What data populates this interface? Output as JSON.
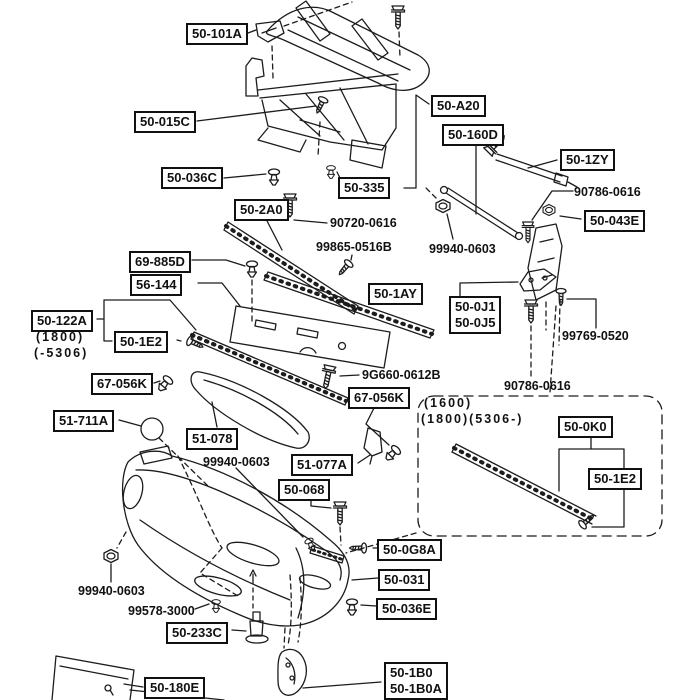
{
  "diagram": {
    "kind": "exploded-parts-diagram",
    "subject": "Front bumper and components",
    "colors": {
      "background": "#ffffff",
      "line": "#1c1c1c",
      "label_border": "#111111"
    },
    "parts": [
      {
        "label": "50-101A"
      },
      {
        "label": "50-015C"
      },
      {
        "label": "50-036C"
      },
      {
        "label": "50-A20"
      },
      {
        "label": "50-160D"
      },
      {
        "label": "50-335"
      },
      {
        "label": "50-1ZY"
      },
      {
        "label": "50-043E"
      },
      {
        "label": "50-2A0"
      },
      {
        "label": "50-1AY"
      },
      {
        "lines": [
          "50-0J1",
          "50-0J5"
        ]
      },
      {
        "label": "69-885D"
      },
      {
        "label": "56-144"
      },
      {
        "label": "50-122A"
      },
      {
        "label": "50-1E2"
      },
      {
        "label": "67-056K"
      },
      {
        "label": "51-711A"
      },
      {
        "label": "51-078"
      },
      {
        "label": "67-056K"
      },
      {
        "label": "51-077A"
      },
      {
        "label": "50-068"
      },
      {
        "label": "50-0K0"
      },
      {
        "label": "50-1E2"
      },
      {
        "label": "50-0G8A"
      },
      {
        "label": "50-031"
      },
      {
        "label": "50-036E"
      },
      {
        "label": "50-233C"
      },
      {
        "label": "50-180E"
      },
      {
        "lines": [
          "50-1B0",
          "50-1B0A"
        ]
      }
    ],
    "callouts": [
      {
        "text": "90720-0616"
      },
      {
        "text": "99865-0516B"
      },
      {
        "text": "99940-0603"
      },
      {
        "text": "90786-0616"
      },
      {
        "text": "99769-0520"
      },
      {
        "text": "90786-0616"
      },
      {
        "text": "9G660-0612B"
      },
      {
        "text": "(1600)"
      },
      {
        "text": "(1800)(5306-)"
      },
      {
        "text": "(1800)"
      },
      {
        "text": "(-5306)"
      },
      {
        "text": "99940-0603"
      },
      {
        "text": "99940-0603"
      },
      {
        "text": "99578-3000"
      }
    ]
  }
}
